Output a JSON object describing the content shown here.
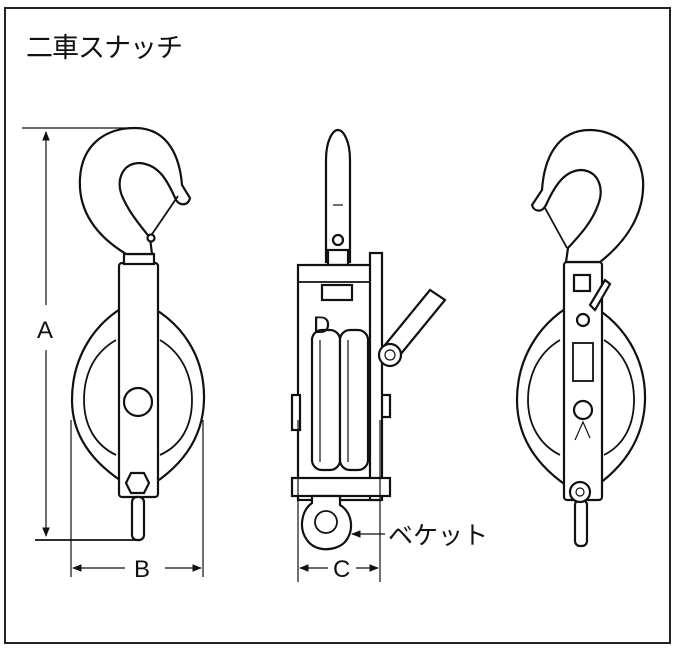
{
  "title": "二車スナッチ",
  "labels": {
    "dimension_a": "A",
    "dimension_b": "B",
    "dimension_c": "C",
    "sheave_d": "D",
    "becket": "ベケット"
  },
  "colors": {
    "line": "#111111",
    "background": "#ffffff"
  }
}
